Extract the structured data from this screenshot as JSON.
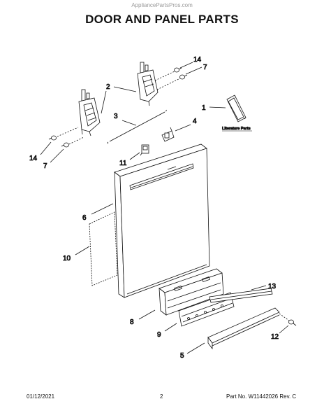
{
  "watermark": "AppliancePartsPros.com",
  "title": "DOOR AND PANEL PARTS",
  "callouts": {
    "c1": "1",
    "c2": "2",
    "c3": "3",
    "c4": "4",
    "c5": "5",
    "c6": "6",
    "c7_left": "7",
    "c7_right": "7",
    "c8": "8",
    "c9": "9",
    "c10": "10",
    "c11": "11",
    "c12": "12",
    "c13": "13",
    "c14_left": "14",
    "c14_right": "14"
  },
  "literature_label": "Literature Parts",
  "footer": {
    "date": "01/12/2021",
    "page": "2",
    "part": "Part No. W11442026  Rev. C"
  }
}
